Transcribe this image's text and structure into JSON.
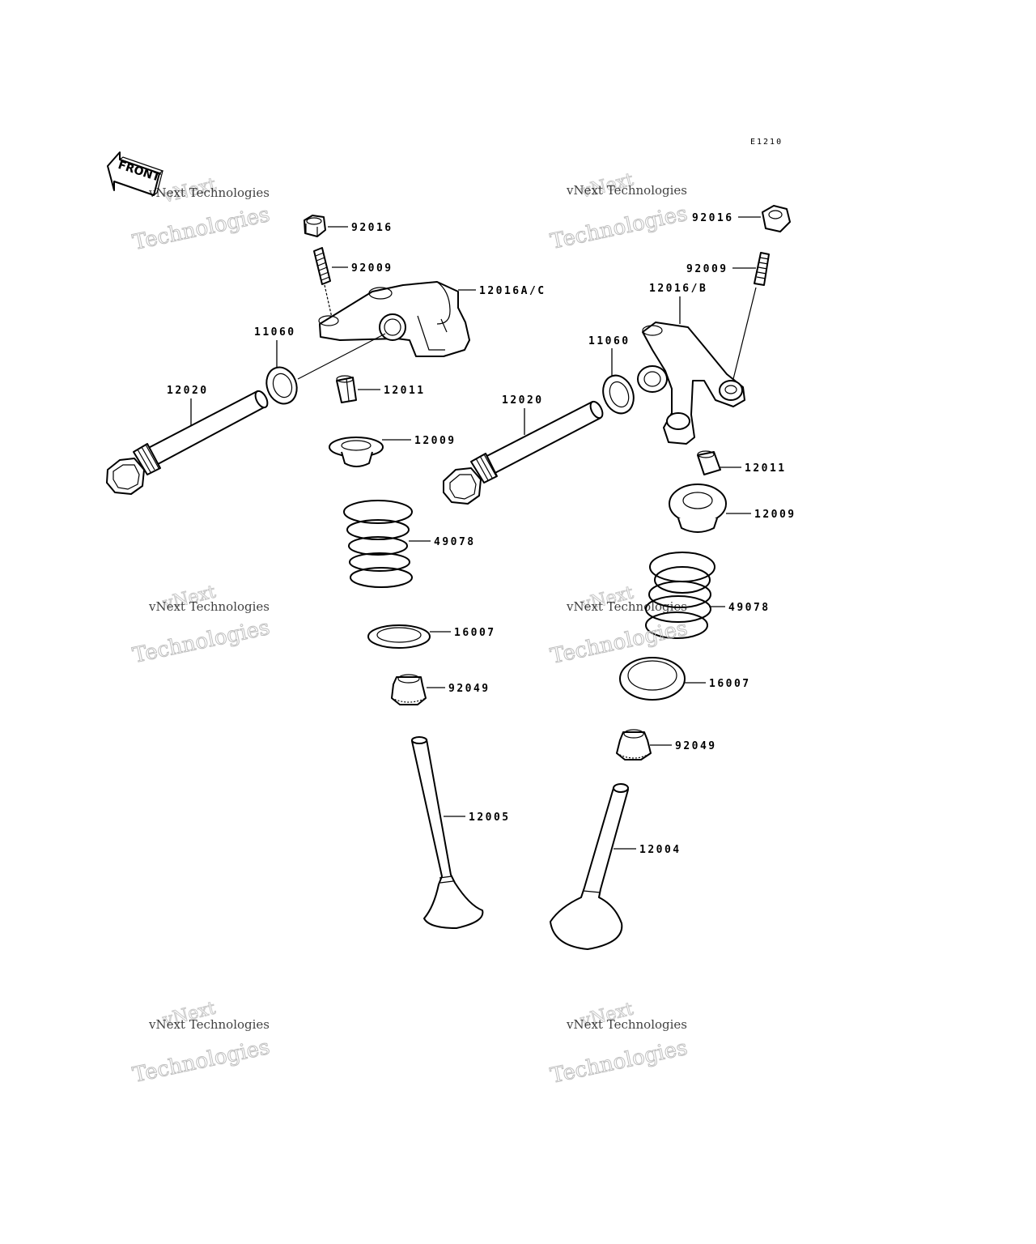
{
  "diagram": {
    "code": "E1210",
    "front_label": "FRONT",
    "watermark": {
      "line1": "vNext Technologies",
      "line2": "Technologies",
      "line3": "vNext"
    },
    "labels": {
      "l_92016": "92016",
      "l_92009": "92009",
      "l_12016ac": "12016A/C",
      "l_11060": "11060",
      "l_12011": "12011",
      "l_12020": "12020",
      "l_12009": "12009",
      "l_49078": "49078",
      "l_16007": "16007",
      "l_92049": "92049",
      "l_12005": "12005",
      "r_92016": "92016",
      "r_92009": "92009",
      "r_12016b": "12016/B",
      "r_11060": "11060",
      "r_12020": "12020",
      "r_12011": "12011",
      "r_12009": "12009",
      "r_49078": "49078",
      "r_16007": "16007",
      "r_92049": "92049",
      "r_12004": "12004"
    }
  }
}
